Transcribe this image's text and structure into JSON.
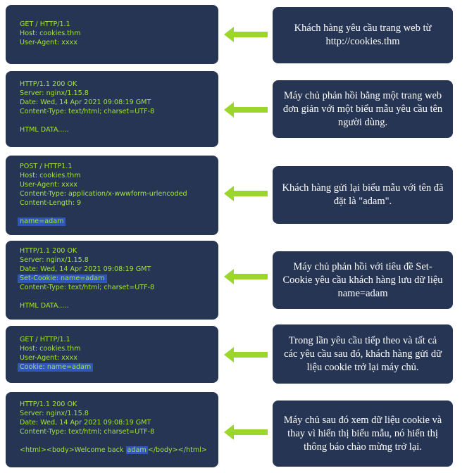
{
  "colors": {
    "box": "#263554",
    "code": "#a4e437",
    "highlight": "#2f56b8",
    "arrow": "#9cd62c"
  },
  "steps": [
    {
      "code": [
        "GET / HTTP/1.1",
        "Host: cookies.thm",
        "User-Agent: xxxx"
      ],
      "desc": "Khách hàng yêu cầu trang web từ http://cookies.thm"
    },
    {
      "code": [
        "HTTP/1.1 200 OK",
        "Server: nginx/1.15.8",
        "Date: Wed, 14 Apr 2021 09:08:19 GMT",
        "Content-Type: text/html; charset=UTF-8",
        "HTML DATA....."
      ],
      "desc": "Máy chủ phản hồi bằng một trang web đơn giản với một biểu mẫu yêu cầu tên người dùng."
    },
    {
      "code": [
        "POST / HTTP1.1",
        "Host: cookies.thm",
        "User-Agent: xxxx",
        "Content-Type: application/x-wwwform-urlencoded",
        "Content-Length: 9",
        "name=adam"
      ],
      "desc": "Khách hàng gửi lại biểu mẫu với tên đã đặt là \"adam\"."
    },
    {
      "code": [
        "HTTP/1.1 200 OK",
        "Server: nginx/1.15.8",
        "Date: Wed, 14 Apr 2021 09:08:19 GMT",
        "Set-Cookie: name=adam",
        "Content-Type: text/html; charset=UTF-8",
        "HTML DATA....."
      ],
      "desc": "Máy chủ phản hồi với tiêu đề Set-Cookie yêu cầu khách hàng lưu dữ liệu name=adam"
    },
    {
      "code": [
        "GET / HTTP/1.1",
        "Host: cookies.thm",
        "User-Agent: xxxx",
        "Cookie: name=adam"
      ],
      "desc": "Trong lần yêu cầu tiếp theo và tất cả các yêu cầu sau đó, khách hàng gửi dữ liệu cookie trở lại máy chủ."
    },
    {
      "code": [
        "HTTP/1.1 200 OK",
        "Server: nginx/1.15.8",
        "Date: Wed, 14 Apr 2021 09:08:19 GMT",
        "Content-Type: text/html; charset=UTF-8"
      ],
      "html_line": {
        "before": "<html><body>Welcome back ",
        "highlight": "adam",
        "after": "</body></html>"
      },
      "desc": "Máy chủ sau đó xem dữ liệu cookie và thay vì hiển thị biểu mẫu, nó hiển thị thông báo chào mừng trở lại."
    }
  ]
}
